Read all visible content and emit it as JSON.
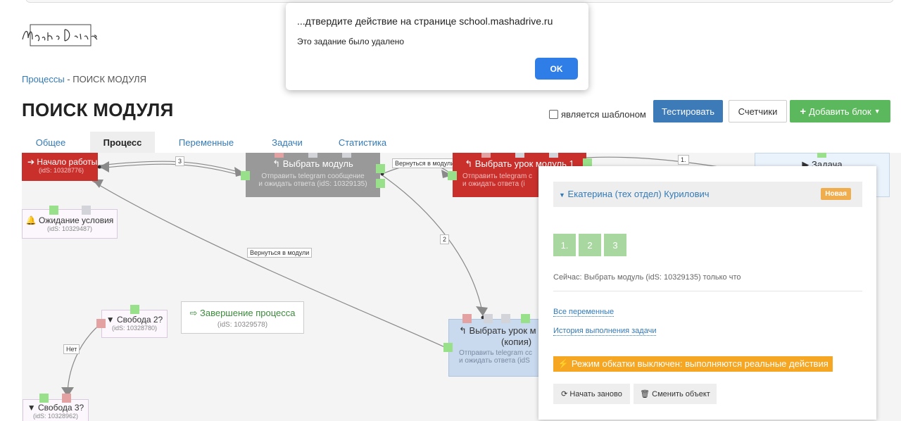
{
  "breadcrumb": {
    "parent": "Процессы",
    "separator": " - ",
    "current": "ПОИСК МОДУЛЯ"
  },
  "page_title": "ПОИСК МОДУЛЯ",
  "template_checkbox": {
    "label": "является шаблоном",
    "checked": false
  },
  "toolbar": {
    "test_label": "Тестировать",
    "counters_label": "Счетчики",
    "add_block_label": "Добавить блок"
  },
  "tabs": [
    {
      "label": "Общее",
      "active": false
    },
    {
      "label": "Процесс",
      "active": true
    },
    {
      "label": "Переменные",
      "active": false
    },
    {
      "label": "Задачи",
      "active": false
    },
    {
      "label": "Статистика",
      "active": false
    }
  ],
  "nodes": {
    "start": {
      "title": "Начало работы",
      "ids": "(idS: 10328776)"
    },
    "wait": {
      "title": "Ожидание условия",
      "ids": "(idS: 10329487)"
    },
    "choose_module": {
      "title": "Выбрать модуль",
      "line1": "Отправить telegram сообщение",
      "line2": "и ожидать ответа (idS: 10329135)"
    },
    "choose_lesson1": {
      "title": "Выбрать урок модуль 1",
      "line1": "Отправить telegram с",
      "line2": "и ожидать ответа (i"
    },
    "task": {
      "title": "Задача"
    },
    "finish": {
      "title": "Завершение процесса",
      "ids": "(idS: 10329578)"
    },
    "freedom2": {
      "title": "Свобода 2?",
      "ids": "(idS: 10328780)"
    },
    "freedom3": {
      "title": "Свобода 3?",
      "ids": "(idS: 10328962)"
    },
    "lesson_copy": {
      "title": "Выбрать урок м",
      "line_copy": "(копия)",
      "line1": "Отправить telegram сс",
      "line2": "и ожидать ответа (idS"
    }
  },
  "edges": {
    "e3": "3",
    "back1": "Вернуться в модули",
    "back2": "Вернуться в модули",
    "e2": "2",
    "e1": "1.",
    "no": "Нет"
  },
  "panel": {
    "user": "Екатерина (тех отдел) Курилович",
    "badge": "Новая",
    "steps": [
      "1.",
      "2",
      "3"
    ],
    "now": "Сейчас: Выбрать модуль (idS: 10329135) только что",
    "link_vars": "Все переменные",
    "link_history": "История выполнения задачи",
    "warning": "Режим обкатки выключен: выполняются реальные действия",
    "restart": "Начать заново",
    "change_object": "Сменить объект"
  },
  "dialog": {
    "title": "...дтвердите действие на странице school.mashadrive.ru",
    "message": "Это задание было удалено",
    "ok": "OK"
  },
  "colors": {
    "primary": "#3d7ab8",
    "success": "#5cb85c",
    "danger": "#c9302c",
    "warning": "#f0ad4e",
    "link": "#337ab7",
    "node_grey": "#999999",
    "node_blue": "#c9d9ee"
  }
}
